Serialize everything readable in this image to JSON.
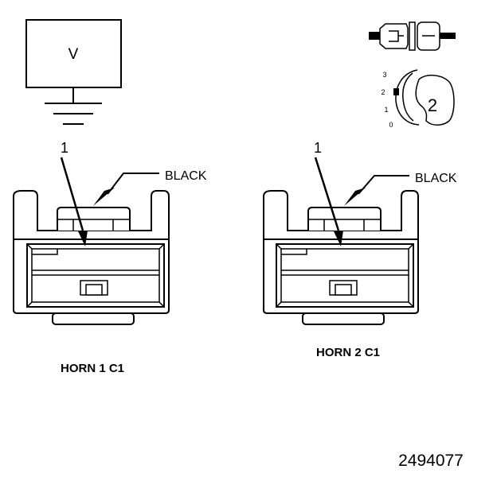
{
  "voltmeter": {
    "symbol": "V"
  },
  "key_icon": {
    "scale_labels": [
      "3",
      "2",
      "1",
      "0"
    ],
    "position_number": "2"
  },
  "connectors": [
    {
      "pin_number": "1",
      "wire_color": "BLACK",
      "caption": "HORN 1 C1"
    },
    {
      "pin_number": "1",
      "wire_color": "BLACK",
      "caption": "HORN 2 C1"
    }
  ],
  "figure_id": "2494077"
}
